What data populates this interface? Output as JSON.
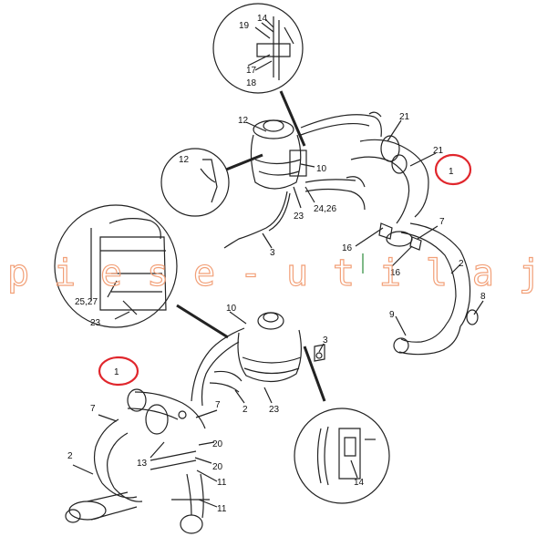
{
  "watermark": "piese-utilaj",
  "callouts": {
    "c19": "19",
    "c14a": "14",
    "c17": "17",
    "c18": "18",
    "c12a": "12",
    "c21a": "21",
    "c21b": "21",
    "c1a": "1",
    "c10a": "10",
    "c12b": "12",
    "c23a": "23",
    "c2426": "24,26",
    "c3a": "3",
    "c7a": "7",
    "c16a": "16",
    "c16b": "16",
    "c2a": "2",
    "c8": "8",
    "c9": "9",
    "c2527": "25,27",
    "c23b": "23",
    "c10b": "10",
    "c3b": "3",
    "c1b": "1",
    "c7b": "7",
    "c7c": "7",
    "c2b": "2",
    "c23c": "23",
    "c20a": "20",
    "c13": "13",
    "c20b": "20",
    "c11a": "11",
    "c2c": "2",
    "c11b": "11",
    "c14b": "14"
  },
  "colors": {
    "line": "#222222",
    "highlight": "#e0262c",
    "watermark": "#f2a078"
  }
}
